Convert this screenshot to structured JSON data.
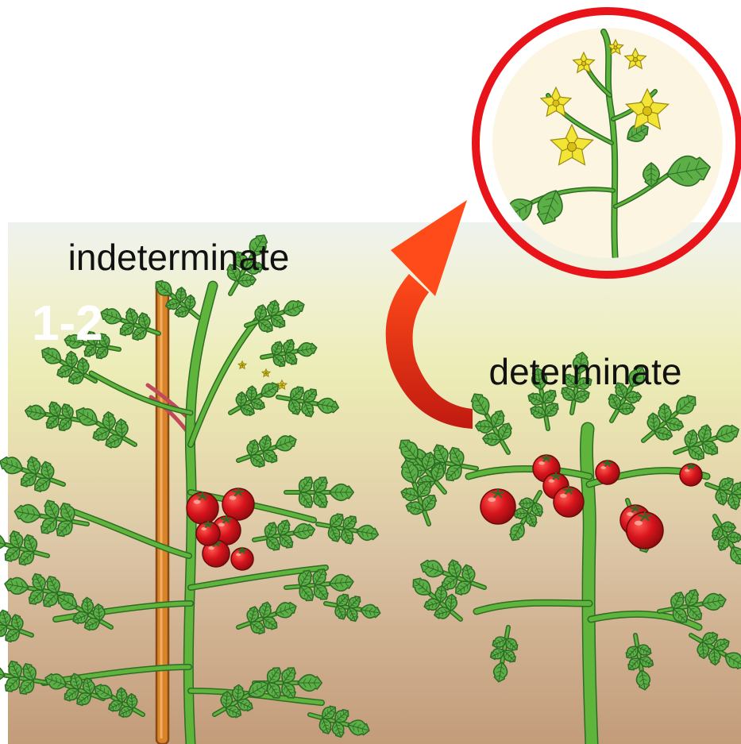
{
  "labels": {
    "indeterminate": "indeterminate",
    "determinate": "determinate",
    "count": "1-2"
  },
  "colors": {
    "highlight_circle": "#e8141a",
    "arrow": "#e8311a",
    "stem": "#5fb43c",
    "leaf": "#5cae46",
    "leaf_dark": "#2e6b26",
    "tomato": "#d8141c",
    "flower": "#f3e536",
    "stake": "#d9832a"
  }
}
